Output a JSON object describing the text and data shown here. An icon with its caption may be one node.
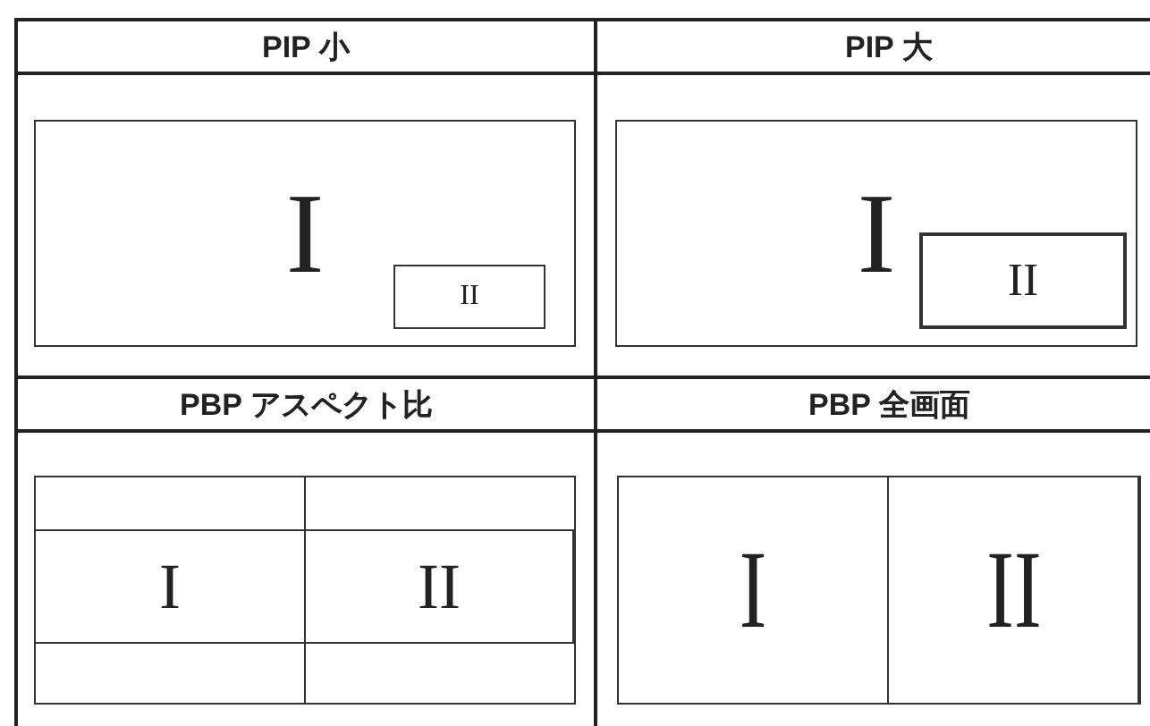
{
  "diagram": {
    "nodes": [
      {
        "text": [
          "I"
        ]
      },
      {
        "text": [
          "II"
        ],
        "in": 0
      },
      {
        "text": [
          "I"
        ]
      },
      {
        "text": [
          "II"
        ],
        "in": 2
      },
      {
        "text": [],
        "shape": "box"
      },
      {
        "text": [
          "I"
        ],
        "in": 4
      },
      {
        "text": [
          "II"
        ],
        "in": 4
      },
      {
        "text": [],
        "shape": "box"
      },
      {
        "text": [
          "I"
        ],
        "in": 7
      },
      {
        "text": [
          "II"
        ],
        "in": 7
      }
    ],
    "labels": [
      "PIP 小",
      "PIP 大",
      "PBP アスペクト比",
      "PBP 全画面"
    ]
  }
}
